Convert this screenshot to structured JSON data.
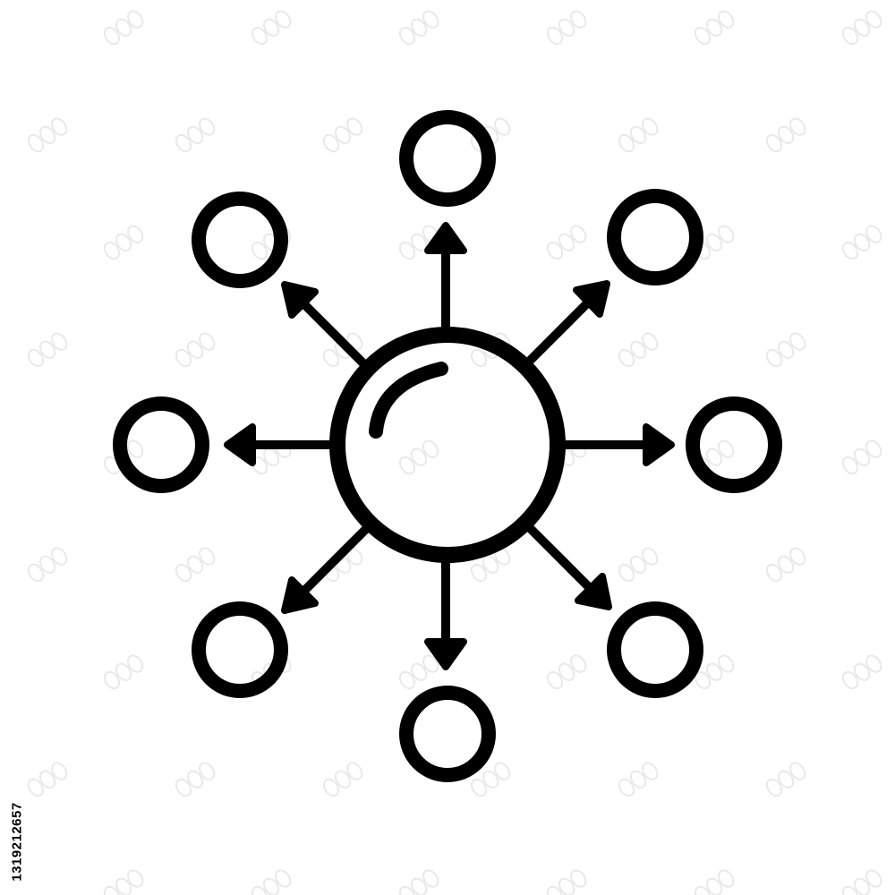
{
  "icon": {
    "name": "distribution-network-icon",
    "stroke_color": "#000000",
    "background_color": "#ffffff",
    "outer_node_count": 8,
    "style": "hand-drawn outline"
  },
  "watermark": {
    "side_id": "1319212657",
    "pattern_color": "#e9e9e9"
  }
}
